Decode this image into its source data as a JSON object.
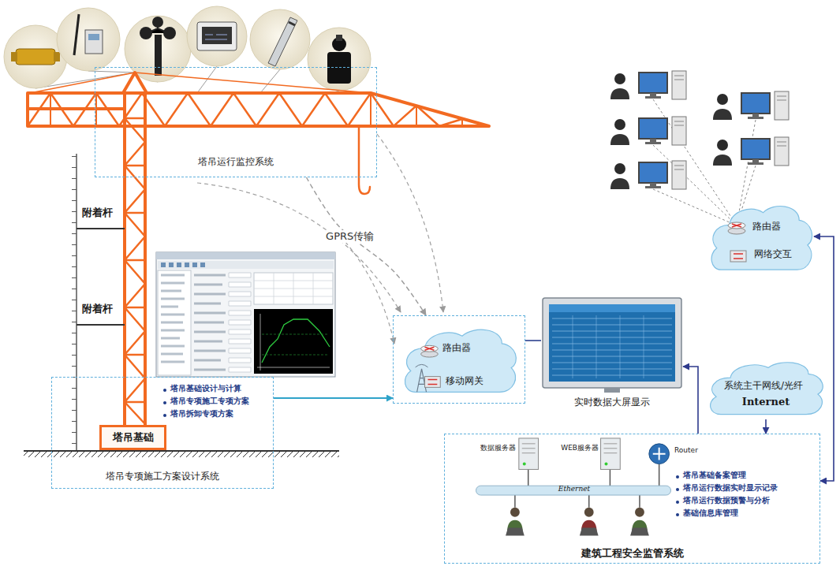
{
  "diagram": {
    "nodes": [
      {
        "text": [
          "塔吊运行监控系统"
        ]
      },
      {
        "text": [
          "塔吊专项施工方案设计系统",
          "塔吊基础设计与计算",
          "塔吊专项施工专项方案",
          "塔吊拆卸专项方案"
        ]
      },
      {
        "text": [
          "塔吊基础"
        ],
        "in": 1
      },
      {
        "text": [
          "路由器",
          "移动网关"
        ]
      },
      {
        "text": [
          "实时数据大屏显示"
        ]
      },
      {
        "text": [
          "路由器",
          "网络交互"
        ]
      },
      {
        "text": [
          "系统主干网线/光纤",
          "Internet"
        ]
      },
      {
        "text": [
          "建筑工程安全监管系统",
          "塔吊基础备案管理",
          "塔吊运行数据实时显示记录",
          "塔吊运行数据预警与分析",
          "基础信息库管理"
        ]
      }
    ],
    "edges": [
      {
        "from": 0,
        "to": 3,
        "arrow": "to",
        "label": "GPRS传输"
      },
      {
        "from": 1,
        "to": 3,
        "arrow": "to"
      },
      {
        "from": 3,
        "to": 4,
        "arrow": "none"
      },
      {
        "from": 7,
        "to": 4,
        "arrow": "to"
      },
      {
        "from": 6,
        "to": 7,
        "arrow": "to"
      },
      {
        "from": 5,
        "to": 7,
        "arrow": "both"
      }
    ],
    "labels": [
      "附着杆",
      "附着杆",
      "数据服务器",
      "WEB服务器",
      "Router",
      "Ethernet"
    ]
  }
}
